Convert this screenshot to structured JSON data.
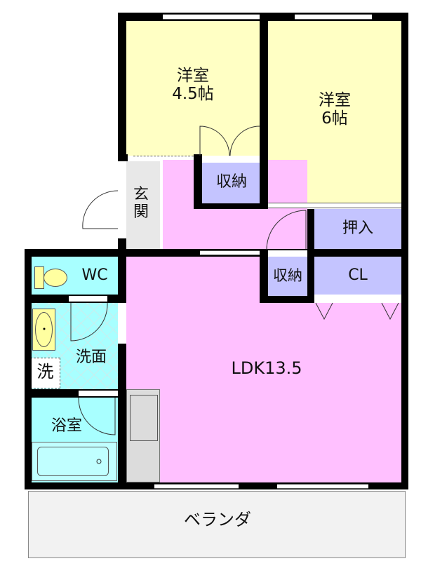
{
  "rooms": {
    "western_a": {
      "name": "洋室",
      "size": "4.5帖"
    },
    "western_b": {
      "name": "洋室",
      "size": "6帖"
    },
    "storage_top": "収納",
    "entrance": "玄関",
    "closet_oshiire": "押入",
    "storage_mid": "収納",
    "closet": "CL",
    "wc": "WC",
    "washroom": "洗面",
    "washer": "洗",
    "bath": "浴室",
    "ldk": "LDK13.5",
    "veranda": "ベランダ"
  },
  "colors": {
    "western": "#ffffc4",
    "ldk": "#ffc0ff",
    "storage": "#c4c4ff",
    "wet": "#a8ffff",
    "entrance": "#e8e8e8",
    "veranda": "#f2f2f2"
  }
}
